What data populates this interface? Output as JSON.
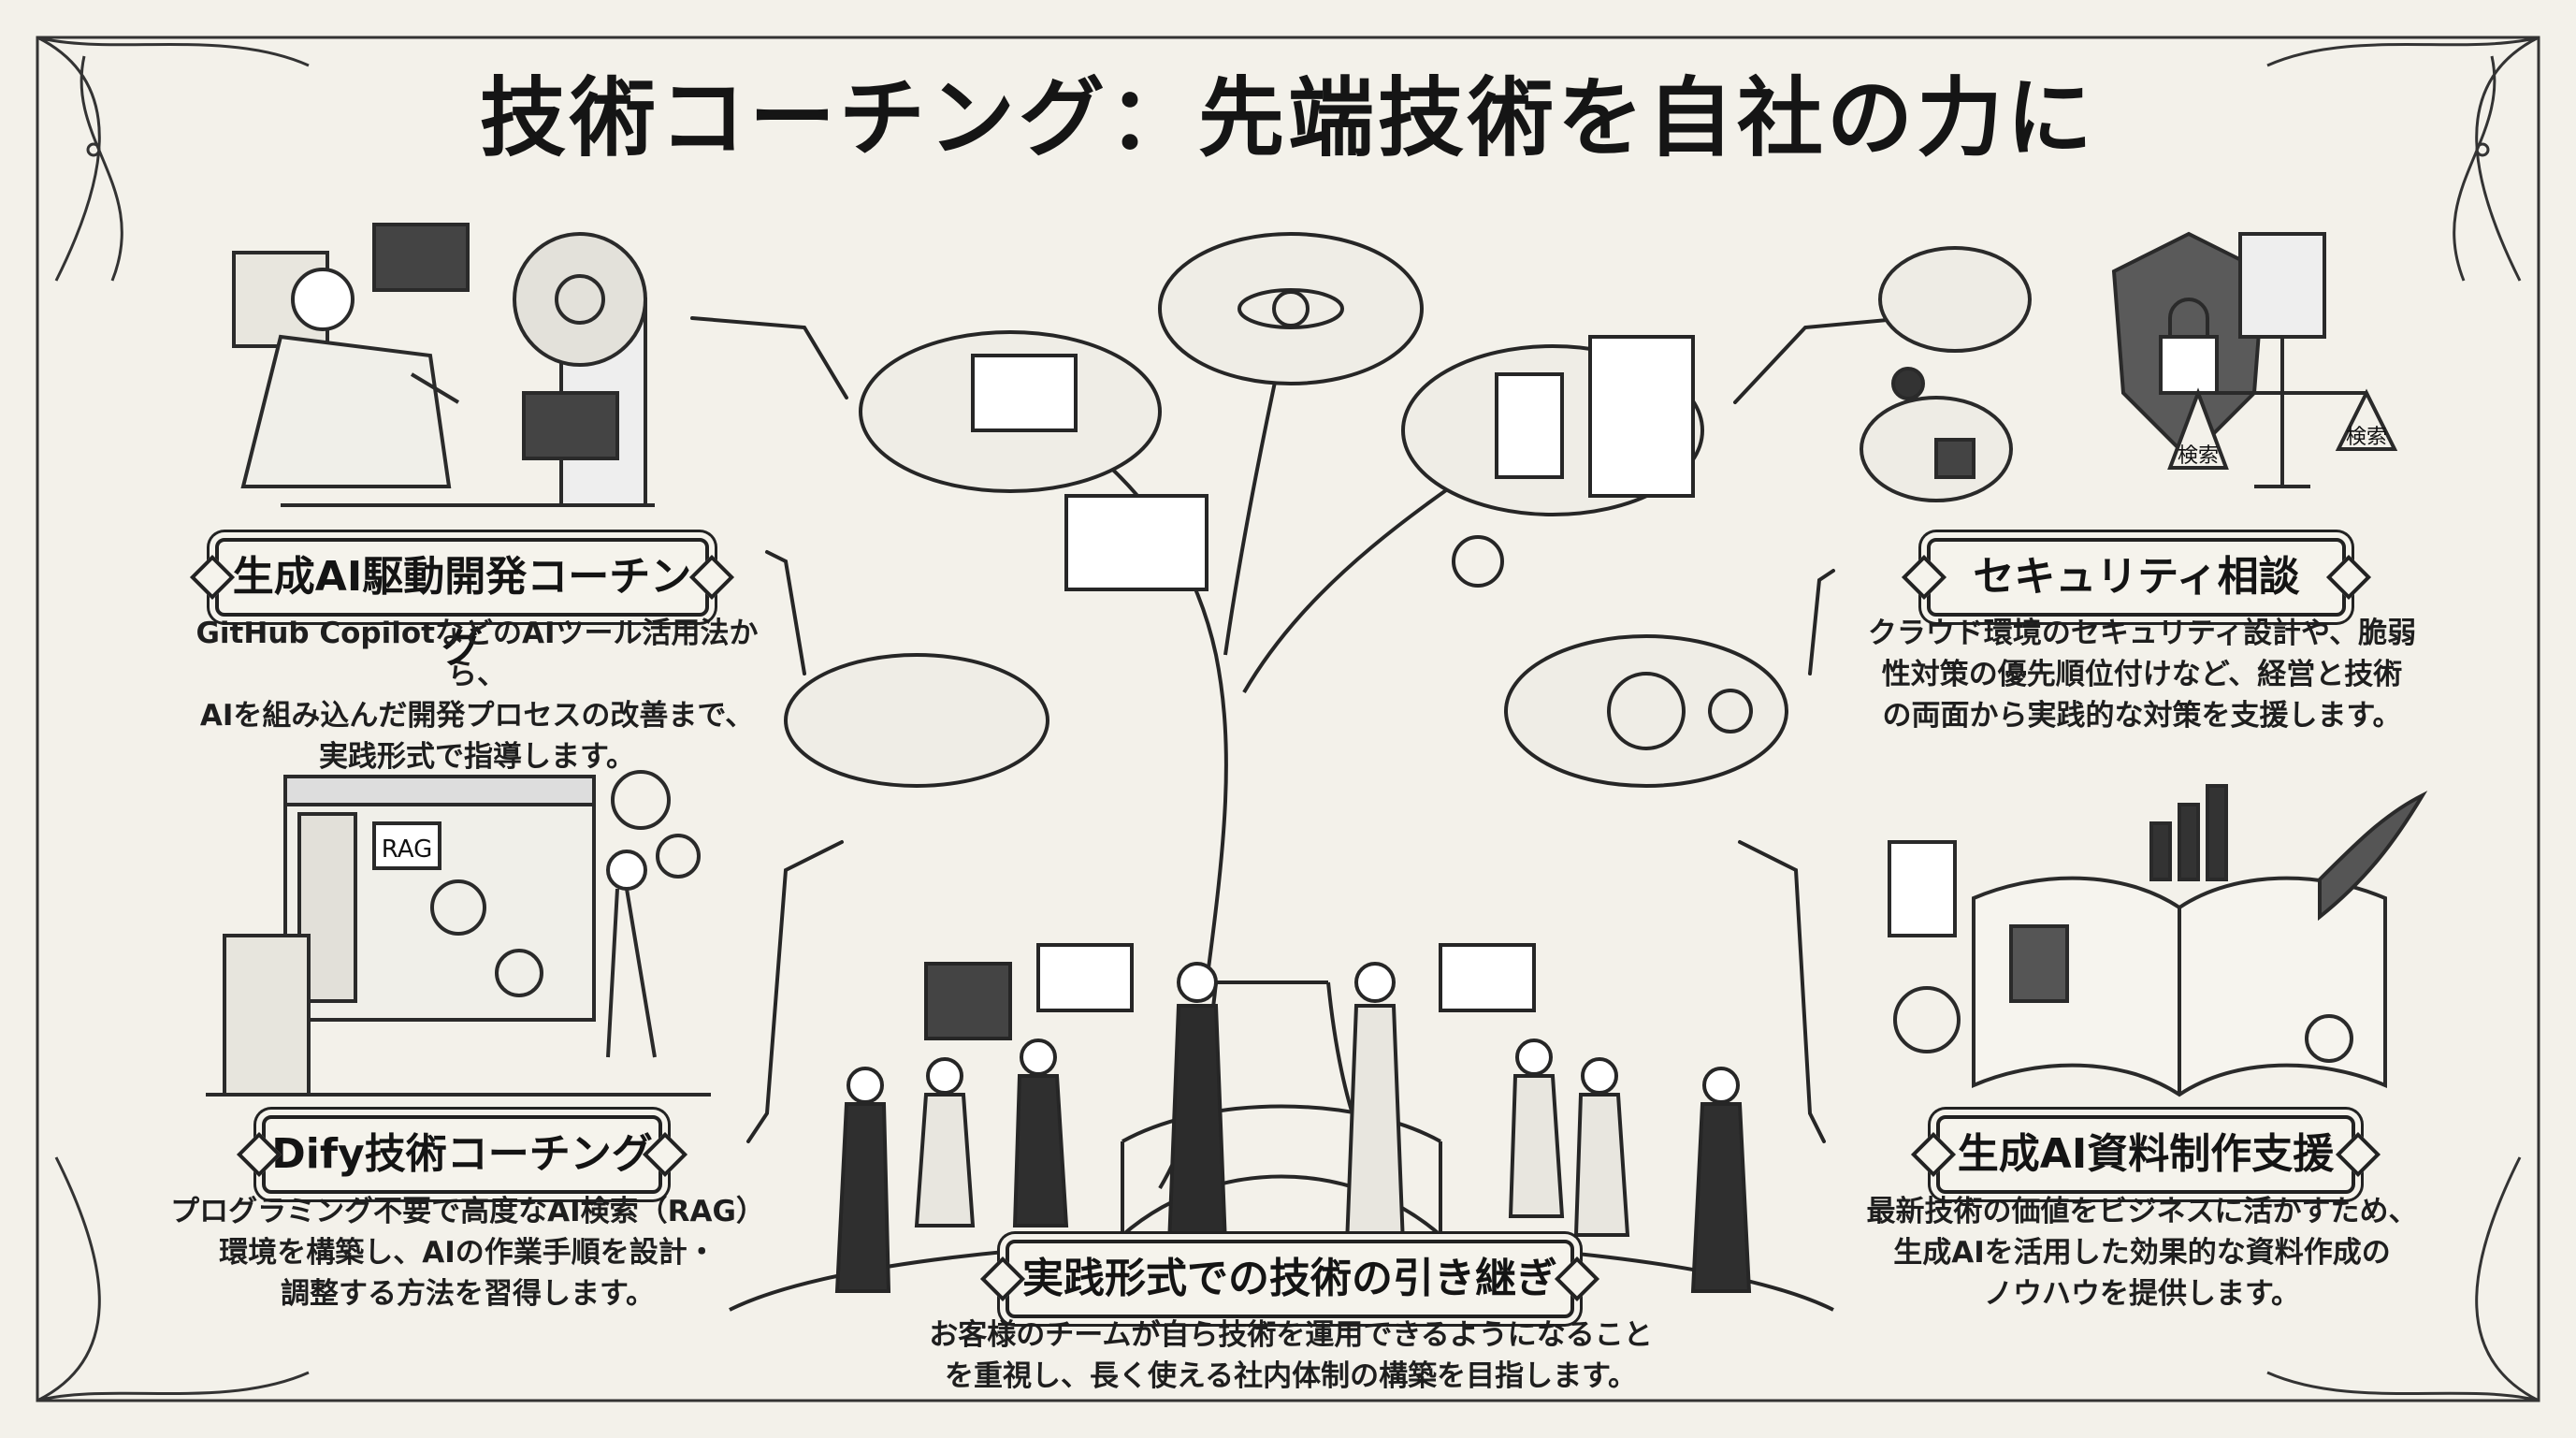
{
  "title": "技術コーチング：先端技術を自社の力に",
  "sections": {
    "genai_dev": {
      "label": "生成AI駆動開発コーチング",
      "description": "GitHub CopilotなどのAIツール活用法から、\nAIを組み込んだ開発プロセスの改善まで、\n実践形式で指導します。"
    },
    "dify": {
      "label": "Dify技術コーチング",
      "description": "プログラミング不要で高度なAI検索（RAG）\n環境を構築し、AIの作業手順を設計・\n調整する方法を習得します。",
      "rag_tag": "RAG"
    },
    "security": {
      "label": "セキュリティ相談",
      "description": "クラウド環境のセキュリティ設計や、脆弱\n性対策の優先順位付けなど、経営と技術\nの両面から実践的な対策を支援します。",
      "scale_left": "検索",
      "scale_right": "検索"
    },
    "docs": {
      "label": "生成AI資料制作支援",
      "description": "最新技術の価値をビジネスに活かすため、\n生成AIを活用した効果的な資料作成の\nノウハウを提供します。"
    },
    "transfer": {
      "label": "実践形式での技術の引き継ぎ",
      "description": "お客様のチームが自ら技術を運用できるようになること\nを重視し、長く使える社内体制の構築を目指します。"
    }
  }
}
